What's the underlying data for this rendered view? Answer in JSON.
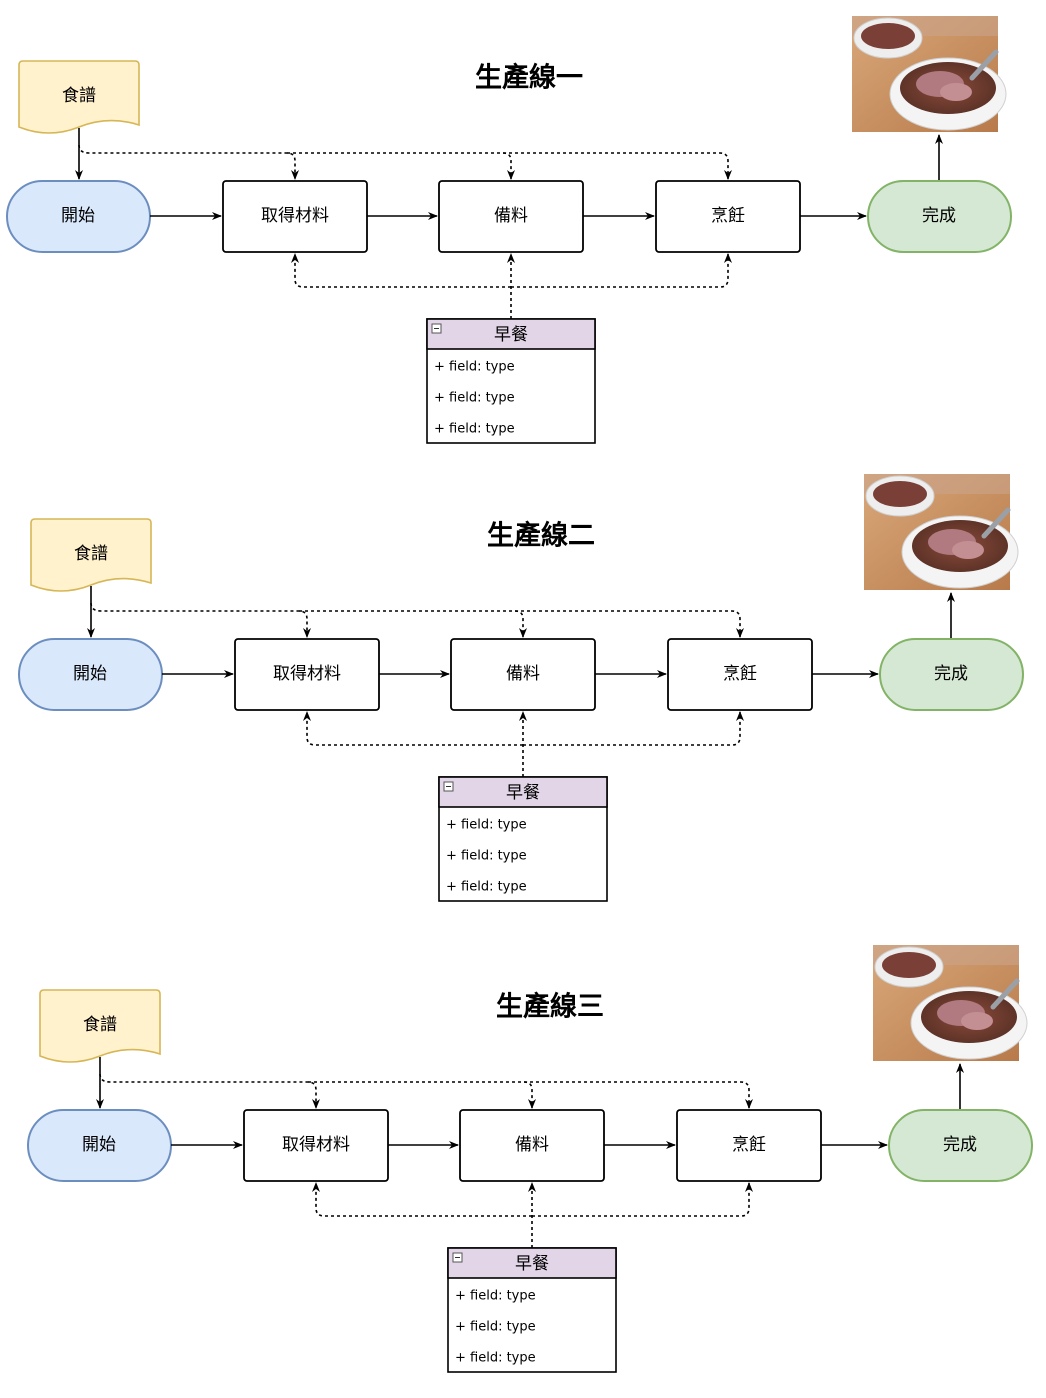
{
  "colors": {
    "start_fill": "#dae8fc",
    "start_stroke": "#6c8ebf",
    "end_fill": "#d5e8d4",
    "end_stroke": "#82b366",
    "doc_fill": "#fff2cc",
    "doc_stroke": "#d6b656",
    "class_header_fill": "#e1d5e7",
    "bowl_image": "photo of a bowl of beef soup (image)"
  },
  "lines": [
    {
      "title": "生產線一",
      "recipe": "食譜",
      "start": "開始",
      "steps": [
        "取得材料",
        "備料",
        "烹飪"
      ],
      "end": "完成",
      "class_box": {
        "name": "早餐",
        "fields": [
          "+ field: type",
          "+ field: type",
          "+ field: type"
        ]
      }
    },
    {
      "title": "生產線二",
      "recipe": "食譜",
      "start": "開始",
      "steps": [
        "取得材料",
        "備料",
        "烹飪"
      ],
      "end": "完成",
      "class_box": {
        "name": "早餐",
        "fields": [
          "+ field: type",
          "+ field: type",
          "+ field: type"
        ]
      }
    },
    {
      "title": "生產線三",
      "recipe": "食譜",
      "start": "開始",
      "steps": [
        "取得材料",
        "備料",
        "烹飪"
      ],
      "end": "完成",
      "class_box": {
        "name": "早餐",
        "fields": [
          "+ field: type",
          "+ field: type",
          "+ field: type"
        ]
      }
    }
  ]
}
